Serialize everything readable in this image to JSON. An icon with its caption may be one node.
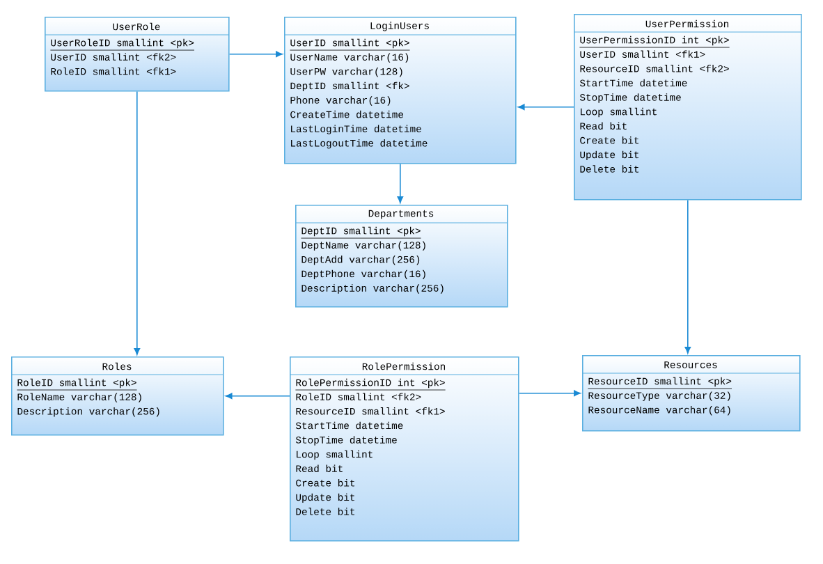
{
  "diagram": {
    "nodes": [
      {
        "text": [
          "UserRole",
          "UserRoleID smallint <pk>",
          "UserID smallint <fk2>",
          "RoleID smallint <fk1>"
        ]
      },
      {
        "text": [
          "LoginUsers",
          "UserID smallint <pk>",
          "UserName varchar(16)",
          "UserPW varchar(128)",
          "DeptID smallint <fk>",
          "Phone varchar(16)",
          "CreateTime datetime",
          "LastLoginTime datetime",
          "LastLogoutTime datetime"
        ]
      },
      {
        "text": [
          "UserPermission",
          "UserPermissionID int <pk>",
          "UserID smallint <fk1>",
          "ResourceID smallint <fk2>",
          "StartTime datetime",
          "StopTime datetime",
          "Loop smallint",
          "Read bit",
          "Create bit",
          "Update bit",
          "Delete bit"
        ]
      },
      {
        "text": [
          "Departments",
          "DeptID smallint <pk>",
          "DeptName varchar(128)",
          "DeptAdd varchar(256)",
          "DeptPhone varchar(16)",
          "Description varchar(256)"
        ]
      },
      {
        "text": [
          "Roles",
          "RoleID smallint <pk>",
          "RoleName varchar(128)",
          "Description varchar(256)"
        ]
      },
      {
        "text": [
          "RolePermission",
          "RolePermissionID int <pk>",
          "RoleID smallint <fk2>",
          "ResourceID smallint <fk1>",
          "StartTime datetime",
          "StopTime datetime",
          "Loop smallint",
          "Read bit",
          "Create bit",
          "Update bit",
          "Delete bit"
        ]
      },
      {
        "text": [
          "Resources",
          "ResourceID smallint <pk>",
          "ResourceType varchar(32)",
          "ResourceName varchar(64)"
        ]
      }
    ],
    "edges": [
      {
        "from": 0,
        "to": 1,
        "arrow": "to"
      },
      {
        "from": 0,
        "to": 4,
        "arrow": "to"
      },
      {
        "from": 2,
        "to": 1,
        "arrow": "to"
      },
      {
        "from": 2,
        "to": 6,
        "arrow": "to"
      },
      {
        "from": 1,
        "to": 3,
        "arrow": "to"
      },
      {
        "from": 5,
        "to": 4,
        "arrow": "to"
      },
      {
        "from": 5,
        "to": 6,
        "arrow": "to"
      }
    ]
  }
}
